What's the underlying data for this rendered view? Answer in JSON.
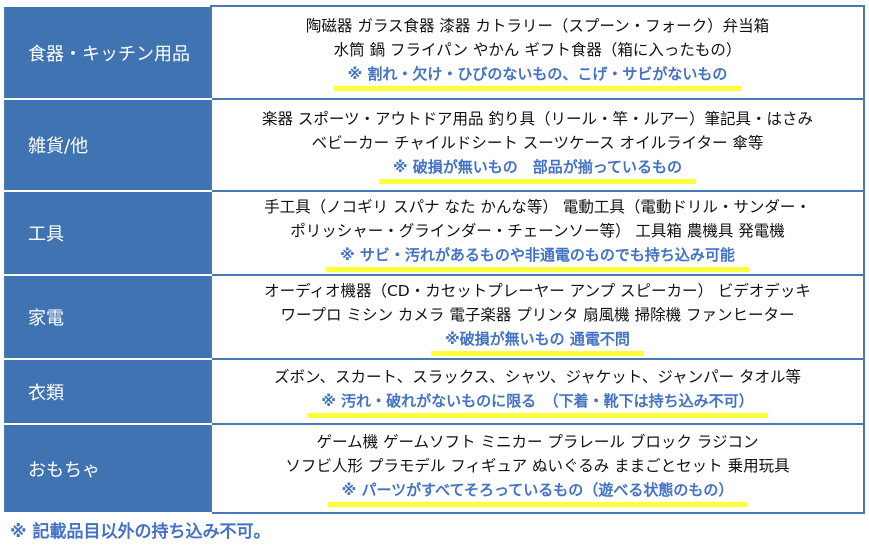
{
  "rows": [
    {
      "category": "食器・キッチン用品",
      "lines": [
        "陶磁器 ガラス食器 漆器 カトラリー（スプーン・フォーク）弁当箱",
        "水筒 鍋 フライパン やかん ギフト食器（箱に入ったもの）"
      ],
      "note": "※ 割れ・欠け・ひびのないもの、こげ・サビがないもの"
    },
    {
      "category": "雑貨/他",
      "lines": [
        "楽器 スポーツ・アウトドア用品 釣り具（リール・竿・ルアー）筆記具・はさみ",
        "ベビーカー チャイルドシート スーツケース オイルライター 傘等"
      ],
      "note": "※ 破損が無いもの　部品が揃っているもの"
    },
    {
      "category": "工具",
      "lines": [
        "手工具（ノコギリ スパナ なた かんな等） 電動工具（電動ドリル・サンダー・",
        "ポリッシャー・グラインダー・チェーンソー等） 工具箱 農機具 発電機"
      ],
      "note": "※ サビ・汚れがあるものや非通電のものでも持ち込み可能"
    },
    {
      "category": "家電",
      "lines": [
        "オーディオ機器（CD・カセットプレーヤー アンプ スピーカー） ビデオデッキ",
        "ワープロ ミシン カメラ 電子楽器 プリンタ 扇風機 掃除機 ファンヒーター"
      ],
      "note": "※破損が無いもの 通電不問"
    },
    {
      "category": "衣類",
      "lines": [
        "ズボン、スカート、スラックス、シャツ、ジャケット、ジャンパー タオル等"
      ],
      "note": "※ 汚れ・破れがないものに限る　（下着・靴下は持ち込み不可）"
    },
    {
      "category": "おもちゃ",
      "lines": [
        "ゲーム機 ゲームソフト ミニカー プラレール ブロック ラジコン",
        "ソフビ人形 プラモデル フィギュア ぬいぐるみ ままごとセット 乗用玩具"
      ],
      "note": "※ パーツがすべてそろっているもの（遊べる状態のもの）"
    }
  ],
  "footer": "※ 記載品目以外の持ち込み不可。"
}
